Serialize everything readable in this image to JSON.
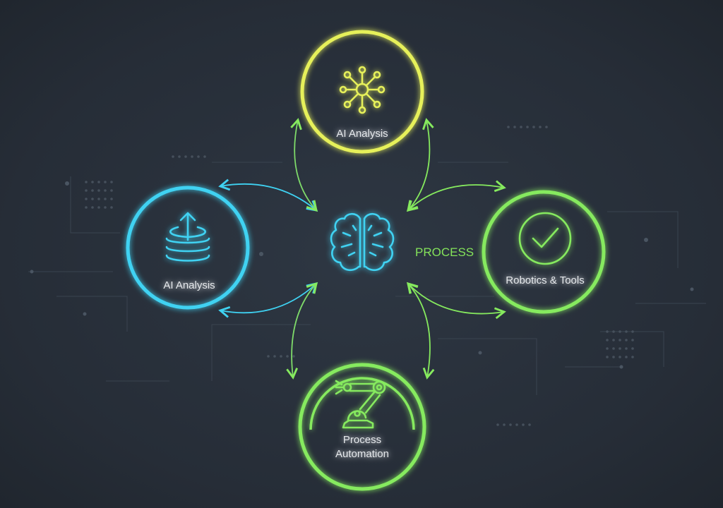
{
  "center": {
    "icon": "brain-icon",
    "label": "PROCESS"
  },
  "nodes": [
    {
      "id": "top",
      "label": "AI Analysis",
      "icon": "network-hub-icon",
      "color": "#e6f05a"
    },
    {
      "id": "left",
      "label": "AI Analysis",
      "icon": "database-upload-icon",
      "color": "#3fd2f2"
    },
    {
      "id": "right",
      "label": "Robotics & Tools",
      "icon": "check-circle-icon",
      "color": "#86ea5e"
    },
    {
      "id": "bottom",
      "label_line1": "Process",
      "label_line2": "Automation",
      "icon": "robot-arm-icon",
      "color": "#86ea5e"
    }
  ],
  "colors": {
    "background": "#28303a",
    "cyan": "#3fd2f2",
    "green": "#86ea5e",
    "yellow": "#e6f05a"
  }
}
